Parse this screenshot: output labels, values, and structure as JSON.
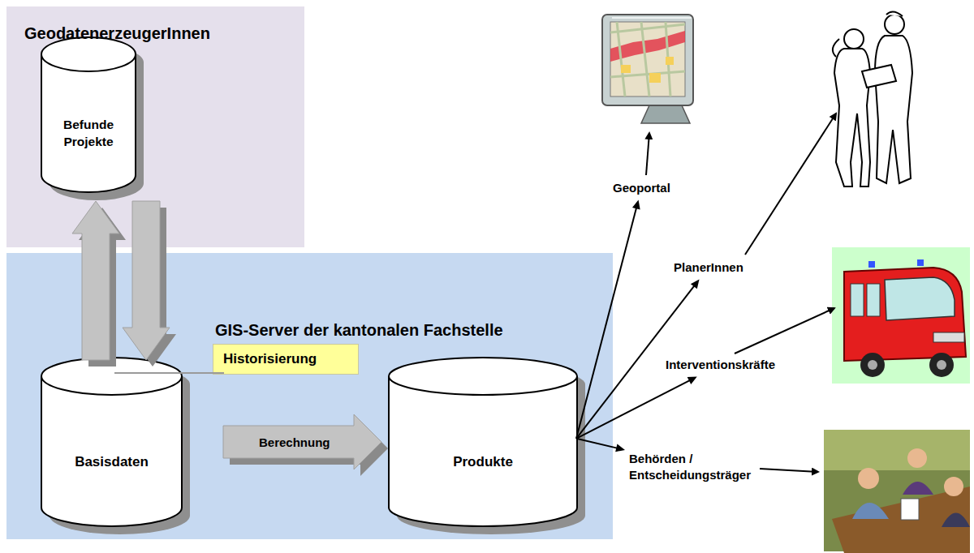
{
  "diagram": {
    "nodes": [
      {
        "text": [
          "GeodatenerzeugerInnen"
        ]
      },
      {
        "text": [
          "Befunde Projekte"
        ],
        "in": 0
      },
      {
        "text": [
          "GIS-Server der kantonalen Fachstelle"
        ]
      },
      {
        "text": [
          "Basisdaten"
        ],
        "in": 2
      },
      {
        "text": [
          "Produkte"
        ],
        "in": 2
      },
      {
        "text": [
          "Historisierung"
        ],
        "in": 2
      },
      {
        "text": [
          "Geoportal"
        ]
      },
      {
        "text": [
          "PlanerInnen"
        ]
      },
      {
        "text": [
          "Interventionskräfte"
        ]
      },
      {
        "text": [
          "Behörden / Entscheidungsträger"
        ]
      }
    ],
    "edges": [
      {
        "from": 1,
        "to": 3,
        "arrow": "to"
      },
      {
        "from": 3,
        "to": 1,
        "arrow": "to"
      },
      {
        "from": 3,
        "to": 4,
        "label": "Berechnung",
        "arrow": "to"
      },
      {
        "from": 4,
        "to": 6,
        "arrow": "to"
      },
      {
        "from": 4,
        "to": 7,
        "arrow": "to"
      },
      {
        "from": 4,
        "to": 8,
        "arrow": "to"
      },
      {
        "from": 4,
        "to": 9,
        "arrow": "to"
      }
    ]
  }
}
